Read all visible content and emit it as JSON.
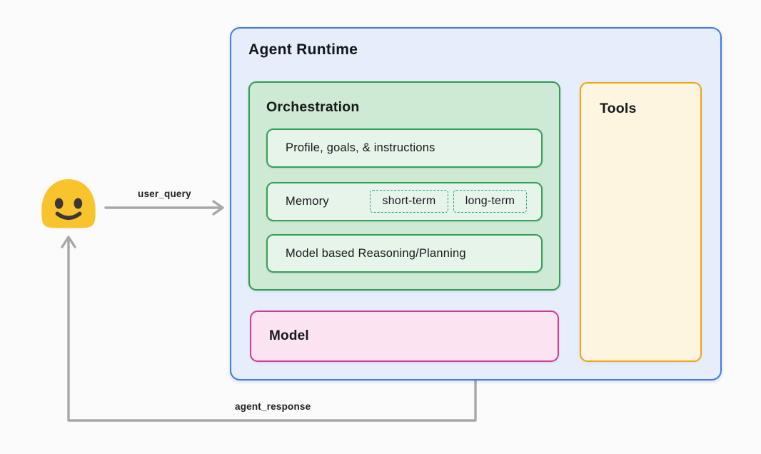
{
  "runtime": {
    "title": "Agent Runtime"
  },
  "orchestration": {
    "title": "Orchestration",
    "profile_label": "Profile, goals, & instructions",
    "memory_label": "Memory",
    "memory_tags": [
      {
        "label": "short-term"
      },
      {
        "label": "long-term"
      }
    ],
    "reasoning_label": "Model based Reasoning/Planning"
  },
  "model": {
    "label": "Model"
  },
  "tools": {
    "label": "Tools"
  },
  "flow": {
    "user_query_label": "user_query",
    "agent_response_label": "agent_response"
  },
  "icons": {
    "user": "user-smiley-emoji"
  },
  "colors": {
    "runtime_bg": "#e6eefb",
    "runtime_border": "#3e7cdb",
    "orchestration_bg": "#cee9d4",
    "orchestration_border": "#2f9c55",
    "sub_box_bg": "#e7f4ea",
    "sub_box_border": "#34a058",
    "memory_tag_border": "#2ba07e",
    "model_bg": "#fbe3f2",
    "model_border": "#cc3d95",
    "tools_bg": "#fdf5df",
    "tools_border": "#efa51b",
    "arrow_gray": "#a7a7a7",
    "smiley_yellow": "#f9c32d",
    "smiley_face": "#3a3836",
    "text": "#1e2022"
  }
}
